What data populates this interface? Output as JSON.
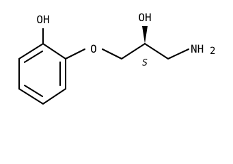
{
  "labels": {
    "phenol_oh": "OH",
    "ether_o": "O",
    "chain_oh": "OH",
    "stereo": "S",
    "amine_n": "NH",
    "amine_sub": "2"
  },
  "colors": {
    "ink": "#000000",
    "background": "#ffffff"
  }
}
